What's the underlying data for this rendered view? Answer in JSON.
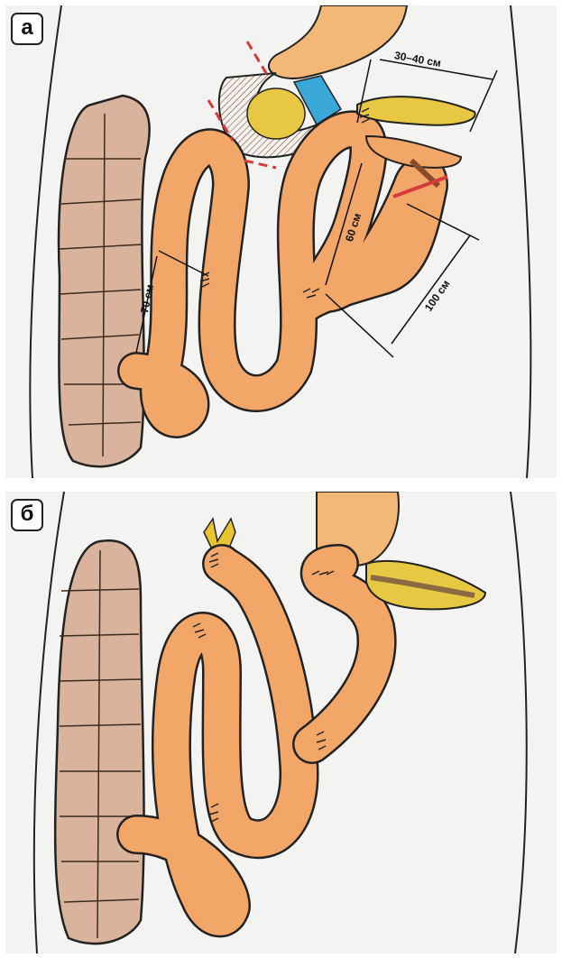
{
  "panels": [
    {
      "label": "а"
    },
    {
      "label": "б"
    }
  ],
  "dimensions": {
    "d1": "30–40 см",
    "d2": "60 см",
    "d3": "100 см",
    "d4": "70 см"
  },
  "colors": {
    "bowel": "#f2a769",
    "bowel_shade": "#e58a4a",
    "colon": "#d9b39b",
    "pancreas": "#e8c843",
    "blue_patch": "#3aa7d9",
    "cut_line": "#d63a3a",
    "bile_duct": "#e8c430"
  }
}
